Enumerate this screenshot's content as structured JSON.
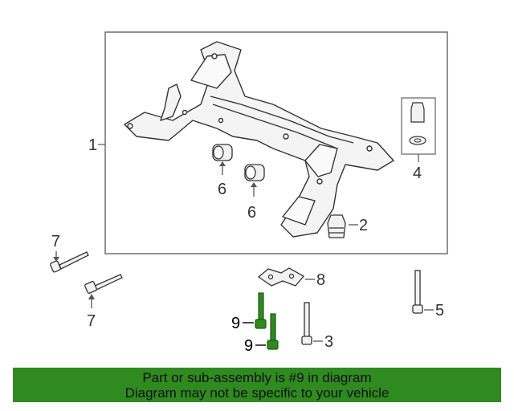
{
  "callouts": {
    "c1": "1",
    "c2": "2",
    "c3": "3",
    "c4": "4",
    "c5": "5",
    "c6a": "6",
    "c6b": "6",
    "c7a": "7",
    "c7b": "7",
    "c8": "8",
    "c9a": "9",
    "c9b": "9"
  },
  "banner": {
    "line1": "Part or sub-assembly is #9 in diagram",
    "line2": "Diagram may not be specific to your vehicle"
  },
  "colors": {
    "highlight_part": "#2f8a1f",
    "banner_bg": "#2f8a1f",
    "line": "#555555"
  }
}
